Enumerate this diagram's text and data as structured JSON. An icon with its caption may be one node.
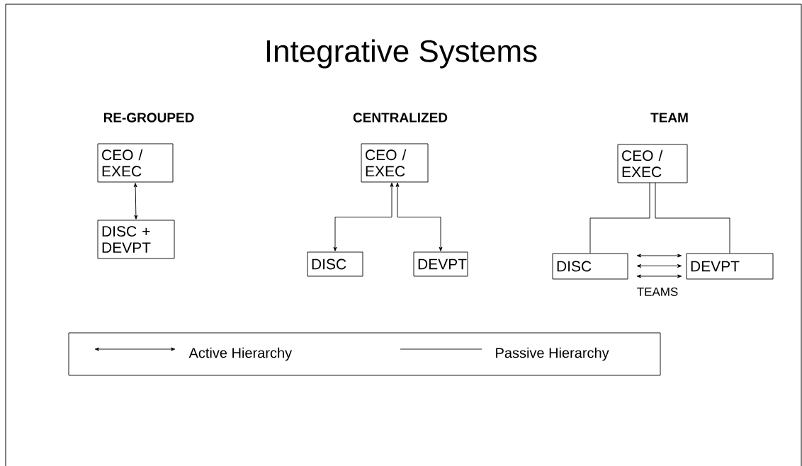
{
  "diagram": {
    "title": "Integrative Systems",
    "nodes": [
      {
        "text": [
          "CEO / EXEC"
        ]
      },
      {
        "text": [
          "DISC + DEVPT"
        ]
      },
      {
        "text": [
          "CEO / EXEC"
        ]
      },
      {
        "text": [
          "DISC"
        ]
      },
      {
        "text": [
          "DEVPT"
        ]
      },
      {
        "text": [
          "CEO / EXEC"
        ]
      },
      {
        "text": [
          "DISC"
        ]
      },
      {
        "text": [
          "DEVPT"
        ]
      }
    ],
    "edges": [
      {
        "from": 0,
        "to": 1,
        "arrow": "both"
      },
      {
        "from": 2,
        "to": 3,
        "arrow": "both"
      },
      {
        "from": 2,
        "to": 4,
        "arrow": "both"
      },
      {
        "from": 5,
        "to": 6,
        "arrow": "none"
      },
      {
        "from": 5,
        "to": 7,
        "arrow": "none"
      },
      {
        "from": 6,
        "to": 7,
        "arrow": "both"
      },
      {
        "from": 6,
        "to": 7,
        "arrow": "both"
      },
      {
        "from": 6,
        "to": 7,
        "arrow": "both"
      }
    ],
    "labels": [
      "RE-GROUPED",
      "CENTRALIZED",
      "TEAM",
      "TEAMS"
    ],
    "legend": [
      {
        "text": "Active Hierarchy"
      },
      {
        "text": "Passive Hierarchy"
      }
    ]
  }
}
